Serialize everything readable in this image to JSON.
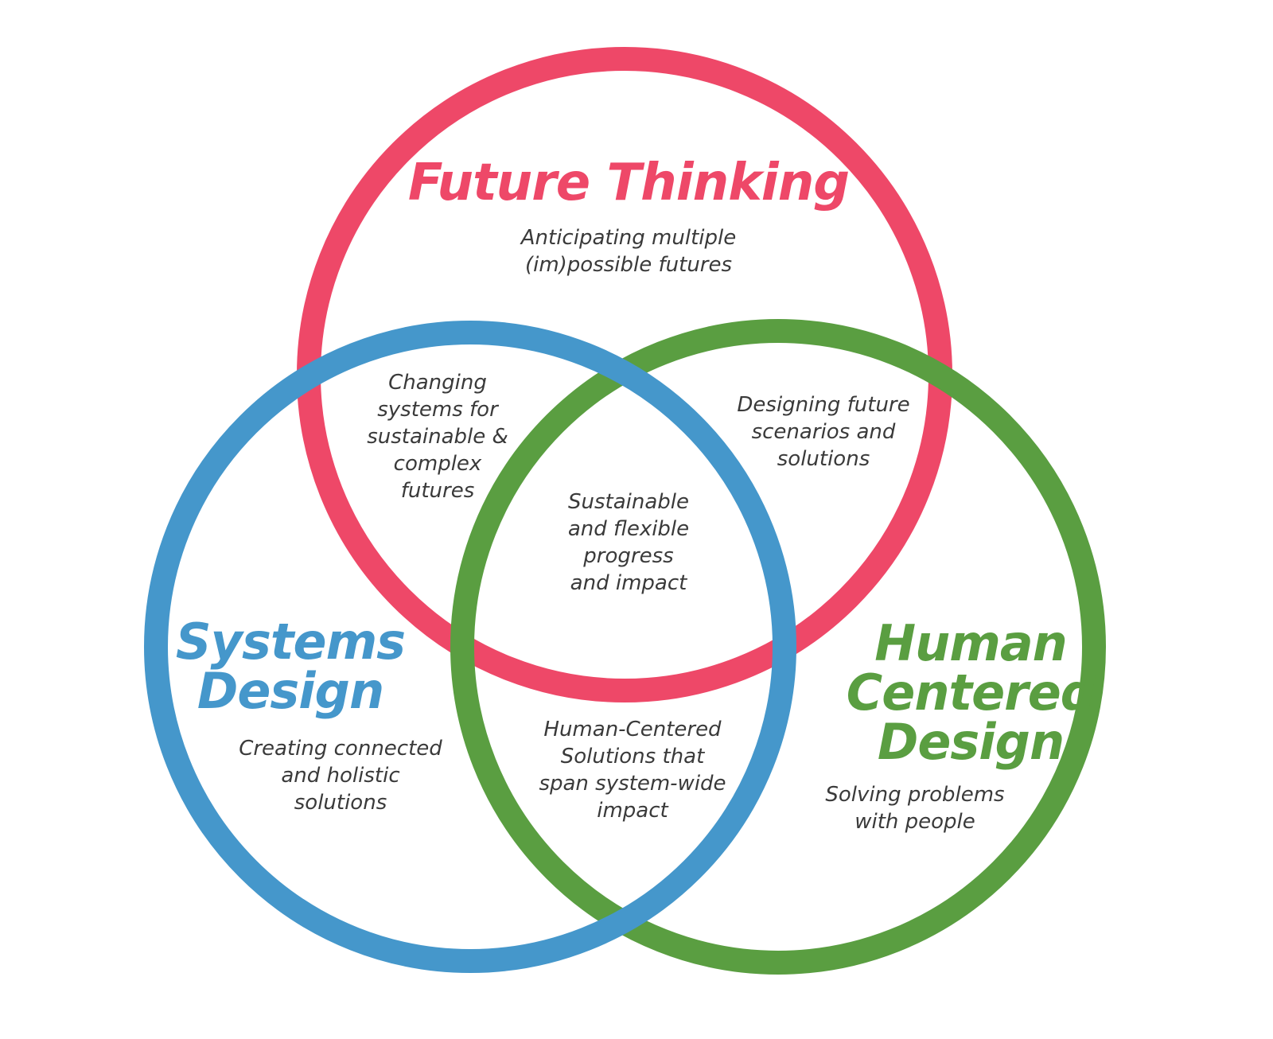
{
  "colors": {
    "future_thinking": "#ee4868",
    "systems_design": "#4597cb",
    "human_centered_design": "#5a9e41",
    "text": "#3a3a3a",
    "background": "#ffffff"
  },
  "sets": {
    "future_thinking": {
      "title": [
        "Future Thinking"
      ],
      "description": [
        "Anticipating multiple",
        "(im)possible futures"
      ]
    },
    "systems_design": {
      "title": [
        "Systems",
        "Design"
      ],
      "description": [
        "Creating  connected",
        "and holistic",
        "solutions"
      ]
    },
    "human_centered_design": {
      "title": [
        "Human",
        "Centered",
        "Design"
      ],
      "description": [
        "Solving problems",
        "with people"
      ]
    }
  },
  "intersections": {
    "future_systems": [
      "Changing",
      "systems for",
      "sustainable &",
      "complex",
      "futures"
    ],
    "future_human": [
      "Designing future",
      "scenarios and",
      "solutions"
    ],
    "systems_human": [
      "Human-Centered",
      "Solutions that",
      "span system-wide",
      "impact"
    ],
    "all_three": [
      "Sustainable",
      "and flexible",
      "progress",
      "and impact"
    ]
  }
}
